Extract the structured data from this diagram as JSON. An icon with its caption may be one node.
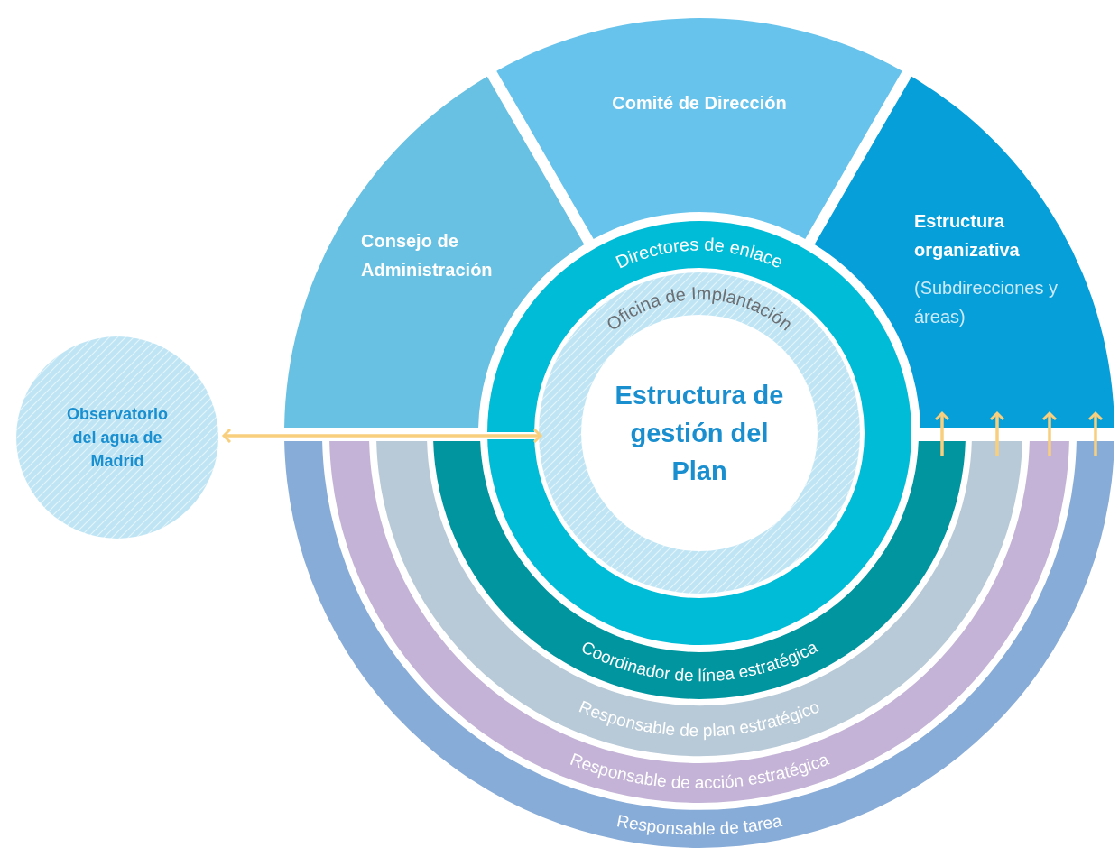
{
  "diagram": {
    "nodes": [
      {
        "text": [
          "Consejo de Administración"
        ]
      },
      {
        "text": [
          "Comité de Dirección"
        ]
      },
      {
        "text": [
          "Estructura organizativa",
          "(Subdirecciones y áreas)"
        ]
      },
      {
        "text": [
          "Directores de enlace"
        ]
      },
      {
        "text": [
          "Oficina de Implantación"
        ],
        "in": 3
      },
      {
        "text": [
          "Estructura de gestión del Plan"
        ],
        "in": 4
      },
      {
        "text": [
          "Observatorio del agua de Madrid"
        ]
      },
      {
        "text": [
          "Coordinador de línea estratégica"
        ]
      },
      {
        "text": [
          "Responsable de plan estratégico"
        ]
      },
      {
        "text": [
          "Responsable de acción estratégica"
        ]
      },
      {
        "text": [
          "Responsable de tarea"
        ]
      }
    ],
    "edges": [
      {
        "from": 6,
        "to": 4,
        "arrow": "both"
      },
      {
        "from": 7,
        "to": 2,
        "arrow": "to"
      },
      {
        "from": 8,
        "to": 2,
        "arrow": "to"
      },
      {
        "from": 9,
        "to": 2,
        "arrow": "to"
      },
      {
        "from": 10,
        "to": 2,
        "arrow": "to"
      }
    ]
  }
}
